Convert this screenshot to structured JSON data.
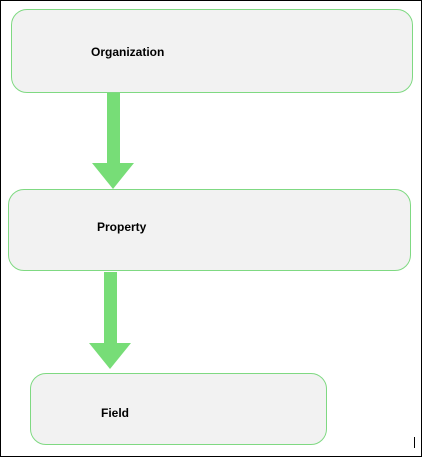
{
  "diagram": {
    "nodes": [
      {
        "id": "organization",
        "label": "Organization"
      },
      {
        "id": "property",
        "label": "Property"
      },
      {
        "id": "field",
        "label": "Field"
      }
    ],
    "edges": [
      {
        "from": "organization",
        "to": "property"
      },
      {
        "from": "property",
        "to": "field"
      }
    ],
    "colors": {
      "node_fill": "#f2f2f2",
      "node_border": "#7fd982",
      "arrow": "#77dd77",
      "text": "#000000"
    }
  }
}
